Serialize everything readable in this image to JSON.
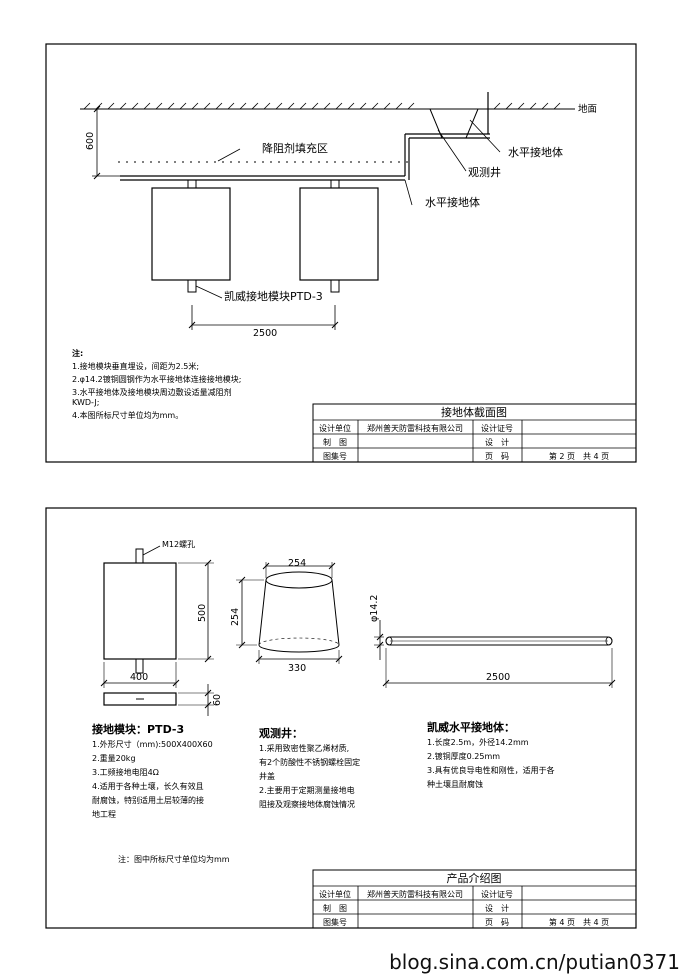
{
  "sheet1": {
    "ground_label": "地面",
    "depth_dim": "600",
    "backfill_label": "降阻剂填充区",
    "horizontal_conductor_label_1": "水平接地体",
    "well_label": "观测井",
    "horizontal_conductor_label_2": "水平接地体",
    "module_label": "凯威接地模块PTD-3",
    "spacing_dim": "2500",
    "notes": {
      "title": "注:",
      "lines": [
        "1.接地模块垂直埋设，间距为2.5米;",
        "2.φ14.2镀铜圆钢作为水平接地体连接接地模块;",
        "3.水平接地体及接地模块周边敷设适量减阻剂",
        "KWD-J;",
        "4.本图所标尺寸单位均为mm。"
      ]
    },
    "title_block": {
      "title": "接地体截面图",
      "design_unit_label": "设计单位",
      "design_unit_value": "郑州普天防雷科技有限公司",
      "cert_label": "设计证号",
      "drawn_label": "制　图",
      "design_label": "设　计",
      "atlas_label": "图集号",
      "page_label": "页　码",
      "page_value": "第 2 页　共 4 页"
    }
  },
  "sheet2": {
    "bolt_label": "M12螺孔",
    "module_height_dim": "500",
    "module_width_dim": "400",
    "module_thickness_dim": "60",
    "well_top_dim": "254",
    "well_height_dim": "254",
    "well_bottom_dim": "330",
    "rod_diameter_dim": "φ14.2",
    "rod_length_dim": "2500",
    "module_desc": {
      "title": "接地模块：PTD-3",
      "lines": [
        "1.外形尺寸（mm):500X400X60",
        "2.重量20kg",
        "3.工频接地电阻4Ω",
        "4.适用于各种土壤，长久有效且",
        "耐腐蚀，特别适用土层较薄的接",
        "地工程"
      ]
    },
    "well_desc": {
      "title": "观测井：",
      "lines": [
        "1.采用致密性聚乙烯材质,",
        "有2个防酸性不锈钢螺栓固定",
        "井盖",
        "2.主要用于定期测量接地电",
        "阻接及观察接地体腐蚀情况"
      ]
    },
    "rod_desc": {
      "title": "凯威水平接地体：",
      "lines": [
        "1.长度2.5m，外径14.2mm",
        "2.镀铜厚度0.25mm",
        "3.具有优良导电性和刚性，适用于各",
        "种土壤且耐腐蚀"
      ]
    },
    "note": "注：图中所标尺寸单位均为mm",
    "title_block": {
      "title": "产品介绍图",
      "design_unit_label": "设计单位",
      "design_unit_value": "郑州普天防雷科技有限公司",
      "cert_label": "设计证号",
      "drawn_label": "制　图",
      "design_label": "设　计",
      "atlas_label": "图集号",
      "page_label": "页　码",
      "page_value": "第 4 页　共 4 页"
    }
  },
  "watermark": "blog.sina.com.cn/putian0371"
}
